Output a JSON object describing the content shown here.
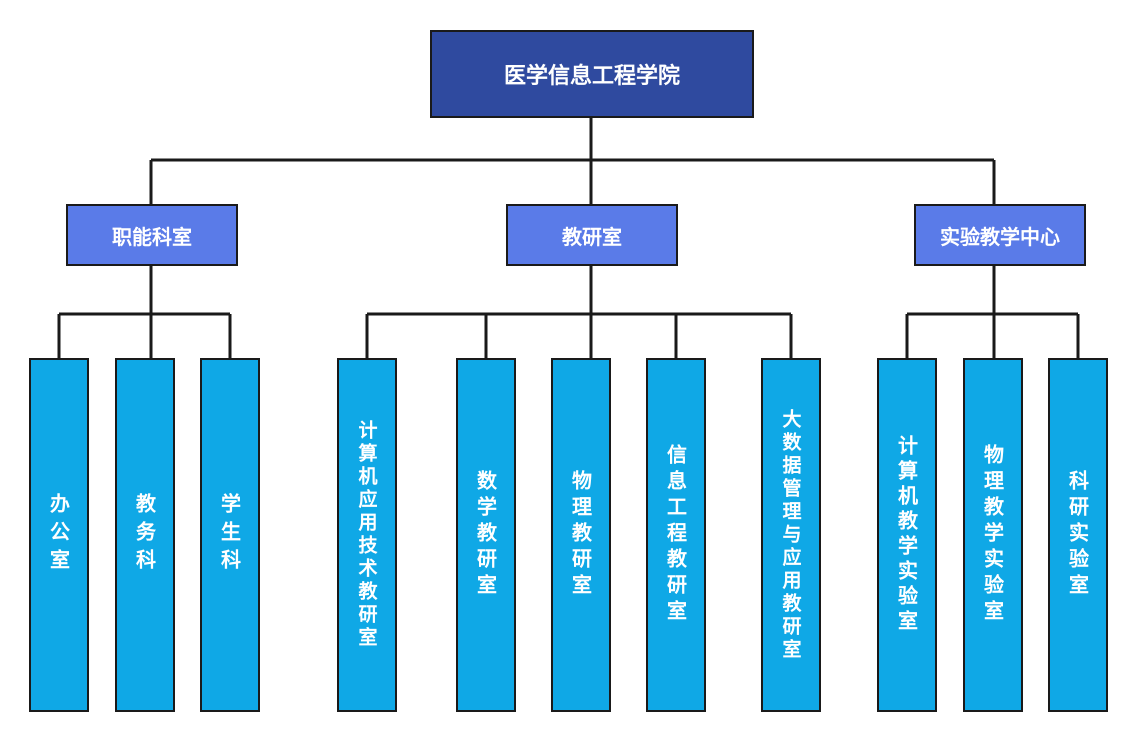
{
  "root": {
    "title": "医学信息工程学院"
  },
  "departments": [
    {
      "name": "职能科室",
      "units": [
        "办公室",
        "教务科",
        "学生科"
      ]
    },
    {
      "name": "教研室",
      "units": [
        "计算机应用技术教研室",
        "数学教研室",
        "物理教研室",
        "信息工程教研室",
        "大数据管理与应用教研室"
      ]
    },
    {
      "name": "实验教学中心",
      "units": [
        "计算机教学实验室",
        "物理教学实验室",
        "科研实验室"
      ]
    }
  ],
  "colors": {
    "root": "#2f4a9f",
    "department": "#5a7be8",
    "unit": "#0fa8e6",
    "line": "#1a1a1a"
  }
}
